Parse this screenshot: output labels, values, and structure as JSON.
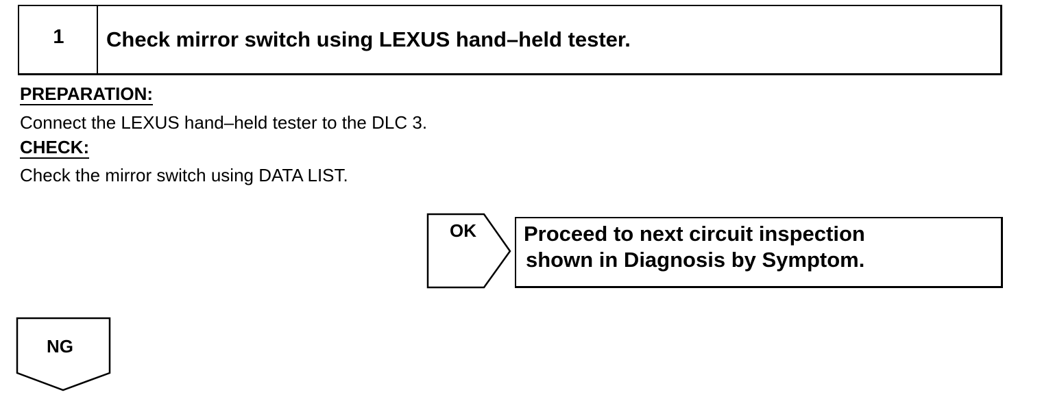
{
  "step": {
    "number": "1",
    "title": "Check mirror switch using LEXUS hand–held tester."
  },
  "preparation": {
    "heading": "PREPARATION:",
    "text": "Connect the LEXUS hand–held tester to the DLC 3."
  },
  "check": {
    "heading": "CHECK:",
    "text": "Check the mirror switch using DATA LIST."
  },
  "ok_branch": {
    "label": "OK",
    "result_line1": "Proceed to next circuit inspection",
    "result_line2": "shown in Diagnosis by Symptom."
  },
  "ng_branch": {
    "label": "NG"
  }
}
